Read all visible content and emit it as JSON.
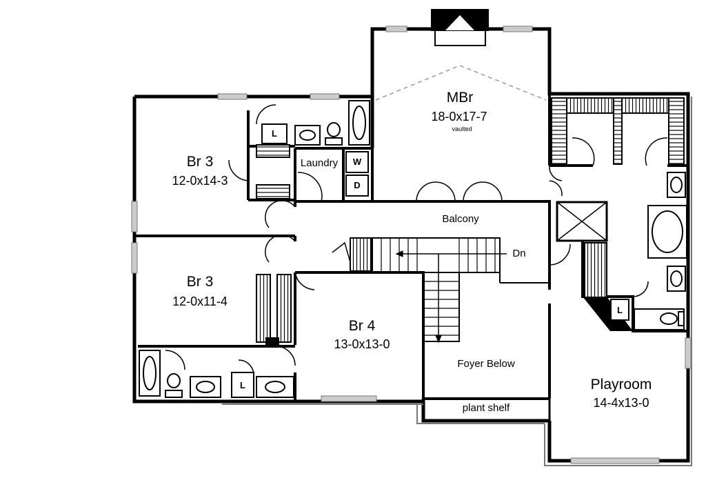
{
  "rooms": {
    "mbr": {
      "name": "MBr",
      "dims": "18-0x17-7",
      "note": "vaulted"
    },
    "br3_top": {
      "name": "Br 3",
      "dims": "12-0x14-3"
    },
    "br3_bottom": {
      "name": "Br 3",
      "dims": "12-0x11-4"
    },
    "br4": {
      "name": "Br 4",
      "dims": "13-0x13-0"
    },
    "playroom": {
      "name": "Playroom",
      "dims": "14-4x13-0"
    }
  },
  "areas": {
    "laundry": "Laundry",
    "washer": "W",
    "dryer": "D",
    "balcony": "Balcony",
    "stair_down": "Dn",
    "foyer": "Foyer Below",
    "plant_shelf": "plant shelf",
    "linen": "L"
  },
  "colors": {
    "wall": "#000000",
    "window": "#cccccc",
    "background": "#ffffff",
    "dashed": "#999999"
  }
}
